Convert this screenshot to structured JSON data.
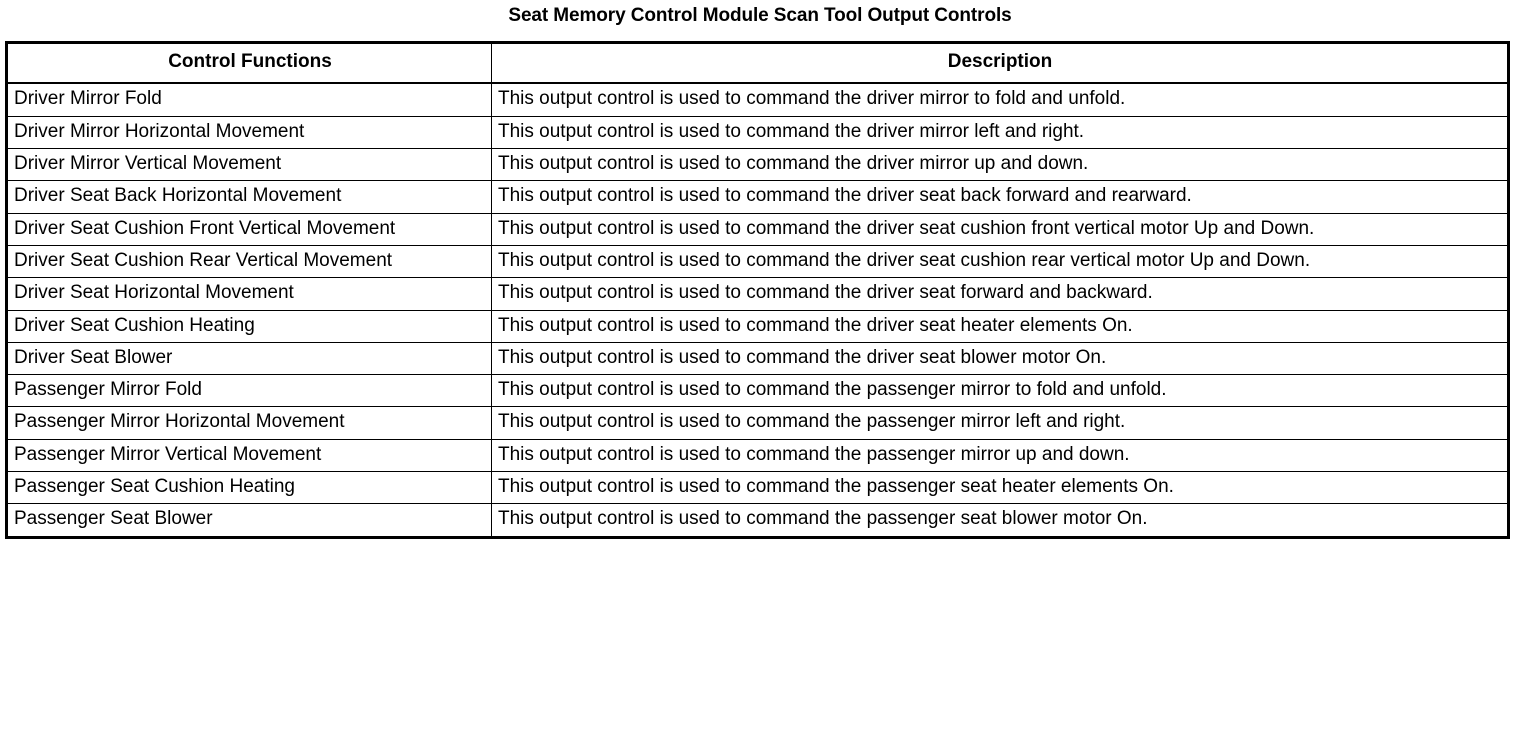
{
  "document": {
    "title": "Seat Memory Control Module Scan Tool Output Controls"
  },
  "table": {
    "columns": [
      {
        "key": "control_function",
        "label": "Control Functions"
      },
      {
        "key": "description",
        "label": "Description"
      }
    ],
    "rows": [
      {
        "control_function": "Driver Mirror Fold",
        "description": "This output control is used to command the driver mirror to fold and unfold."
      },
      {
        "control_function": "Driver Mirror Horizontal Movement",
        "description": "This output control is used to command the driver mirror left and right."
      },
      {
        "control_function": "Driver Mirror Vertical Movement",
        "description": "This output control is used to command the driver mirror up and down."
      },
      {
        "control_function": "Driver Seat Back Horizontal Movement",
        "description": "This output control is used to command the driver seat back forward and rearward."
      },
      {
        "control_function": "Driver Seat Cushion Front Vertical Movement",
        "description": "This output control is used to command the driver seat cushion front vertical motor Up and Down."
      },
      {
        "control_function": "Driver Seat Cushion Rear Vertical Movement",
        "description": "This output control is used to command the driver seat cushion rear vertical motor Up and Down."
      },
      {
        "control_function": "Driver Seat Horizontal Movement",
        "description": "This output control is used to command the driver seat forward and backward."
      },
      {
        "control_function": "Driver Seat Cushion Heating",
        "description": "This output control is used to command the driver seat heater elements On."
      },
      {
        "control_function": "Driver Seat Blower",
        "description": "This output control is used to command the driver seat blower motor On."
      },
      {
        "control_function": "Passenger Mirror Fold",
        "description": "This output control is used to command the passenger mirror to fold and unfold."
      },
      {
        "control_function": "Passenger Mirror Horizontal Movement",
        "description": "This output control is used to command the passenger mirror left and right."
      },
      {
        "control_function": "Passenger Mirror Vertical Movement",
        "description": "This output control is used to command the passenger mirror up and down."
      },
      {
        "control_function": "Passenger Seat Cushion Heating",
        "description": "This output control is used to command the passenger seat heater elements On."
      },
      {
        "control_function": "Passenger Seat Blower",
        "description": "This output control is used to command the passenger seat blower motor On."
      }
    ]
  }
}
